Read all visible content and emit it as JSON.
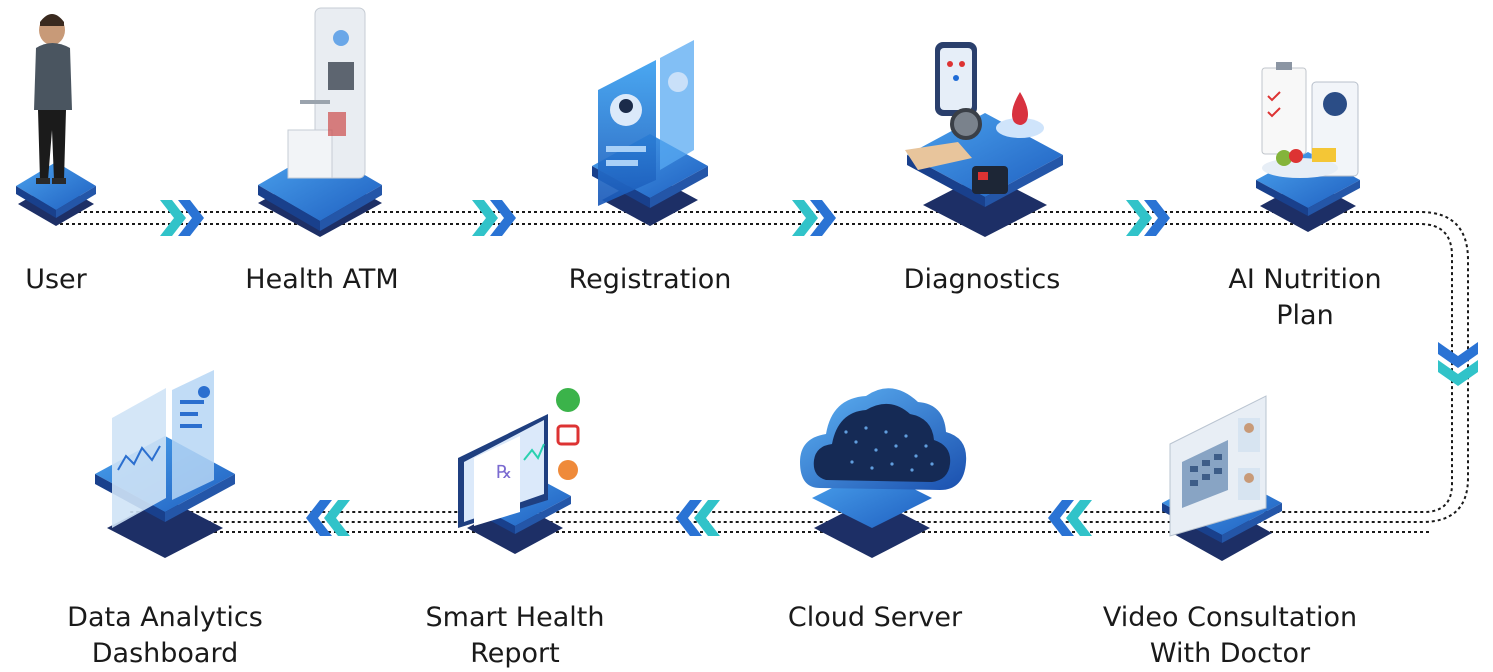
{
  "flow": {
    "top_row": [
      {
        "label_lines": [
          "User"
        ],
        "icon": "person-icon"
      },
      {
        "label_lines": [
          "Health ATM"
        ],
        "icon": "kiosk-icon"
      },
      {
        "label_lines": [
          "Registration"
        ],
        "icon": "profile-cards-icon"
      },
      {
        "label_lines": [
          "Diagnostics"
        ],
        "icon": "diagnostics-device-icon"
      },
      {
        "label_lines": [
          "AI Nutrition",
          "Plan"
        ],
        "icon": "meal-plan-icon"
      }
    ],
    "bottom_row": [
      {
        "label_lines": [
          "Data Analytics",
          "Dashboard"
        ],
        "icon": "dashboard-icon"
      },
      {
        "label_lines": [
          "Smart Health",
          "Report"
        ],
        "icon": "report-monitor-icon"
      },
      {
        "label_lines": [
          "Cloud Server"
        ],
        "icon": "cloud-icon"
      },
      {
        "label_lines": [
          "Video Consultation",
          "With Doctor"
        ],
        "icon": "video-call-icon"
      }
    ]
  },
  "colors": {
    "platform_top": "#2f7fd6",
    "platform_dark": "#1d2f66",
    "arrow_light": "#31c3c9",
    "arrow_dark": "#2a73d4",
    "connector": "#1a1a1a",
    "text": "#1a1a1a"
  }
}
